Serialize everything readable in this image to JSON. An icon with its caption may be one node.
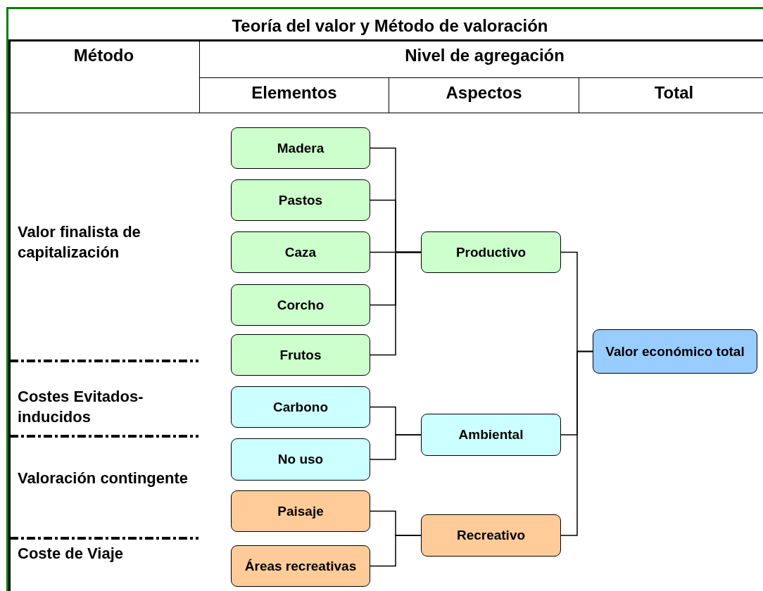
{
  "diagram": {
    "title": "Teoría del valor y Método de valoración",
    "nodes": [
      {
        "text": [
          "Madera"
        ]
      },
      {
        "text": [
          "Pastos"
        ]
      },
      {
        "text": [
          "Caza"
        ]
      },
      {
        "text": [
          "Corcho"
        ]
      },
      {
        "text": [
          "Frutos"
        ]
      },
      {
        "text": [
          "Productivo"
        ]
      },
      {
        "text": [
          "Carbono"
        ]
      },
      {
        "text": [
          "No uso"
        ]
      },
      {
        "text": [
          "Ambiental"
        ]
      },
      {
        "text": [
          "Paisaje"
        ]
      },
      {
        "text": [
          "Áreas recreativas"
        ]
      },
      {
        "text": [
          "Recreativo"
        ]
      },
      {
        "text": [
          "Valor económico total"
        ]
      }
    ],
    "edges": [
      {
        "from": 0,
        "to": 5,
        "arrow": "none"
      },
      {
        "from": 1,
        "to": 5,
        "arrow": "none"
      },
      {
        "from": 2,
        "to": 5,
        "arrow": "none"
      },
      {
        "from": 3,
        "to": 5,
        "arrow": "none"
      },
      {
        "from": 4,
        "to": 5,
        "arrow": "none"
      },
      {
        "from": 6,
        "to": 8,
        "arrow": "none"
      },
      {
        "from": 7,
        "to": 8,
        "arrow": "none"
      },
      {
        "from": 9,
        "to": 11,
        "arrow": "none"
      },
      {
        "from": 10,
        "to": 11,
        "arrow": "none"
      },
      {
        "from": 5,
        "to": 12,
        "arrow": "none"
      },
      {
        "from": 8,
        "to": 12,
        "arrow": "none"
      },
      {
        "from": 11,
        "to": 12,
        "arrow": "none"
      }
    ],
    "labels": [
      "Método",
      "Nivel de agregación",
      "Elementos",
      "Aspectos",
      "Total",
      "Valor finalista de capitalización",
      "Costes Evitados-inducidos",
      "Valoración contingente",
      "Coste de Viaje"
    ]
  }
}
